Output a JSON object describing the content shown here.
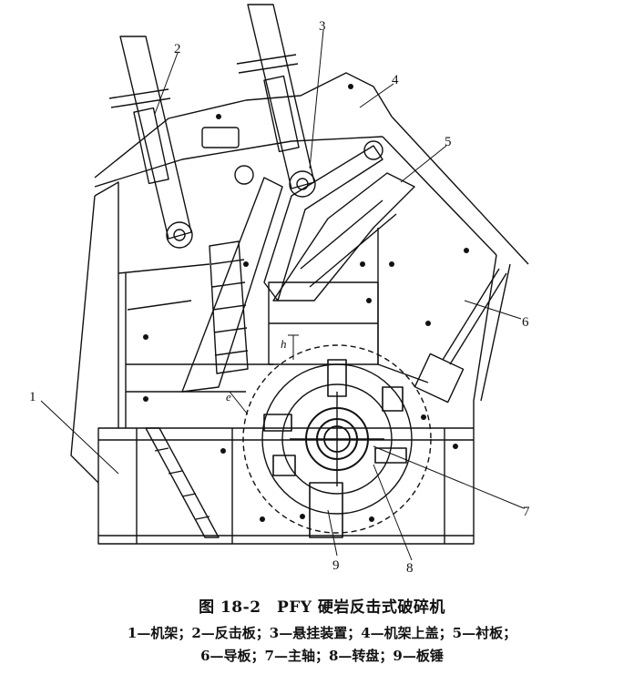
{
  "figure": {
    "title": "图 18-2　PFY 硬岩反击式破碎机",
    "legend_lines": [
      "1—机架；2—反击板；3—悬挂装置；4—机架上盖；5—衬板；",
      "6—导板；7—主轴；8—转盘；9—板锤"
    ]
  },
  "callouts": [
    "1",
    "2",
    "3",
    "4",
    "5",
    "6",
    "7",
    "8",
    "9"
  ],
  "dimension_labels": [
    "h",
    "e"
  ]
}
